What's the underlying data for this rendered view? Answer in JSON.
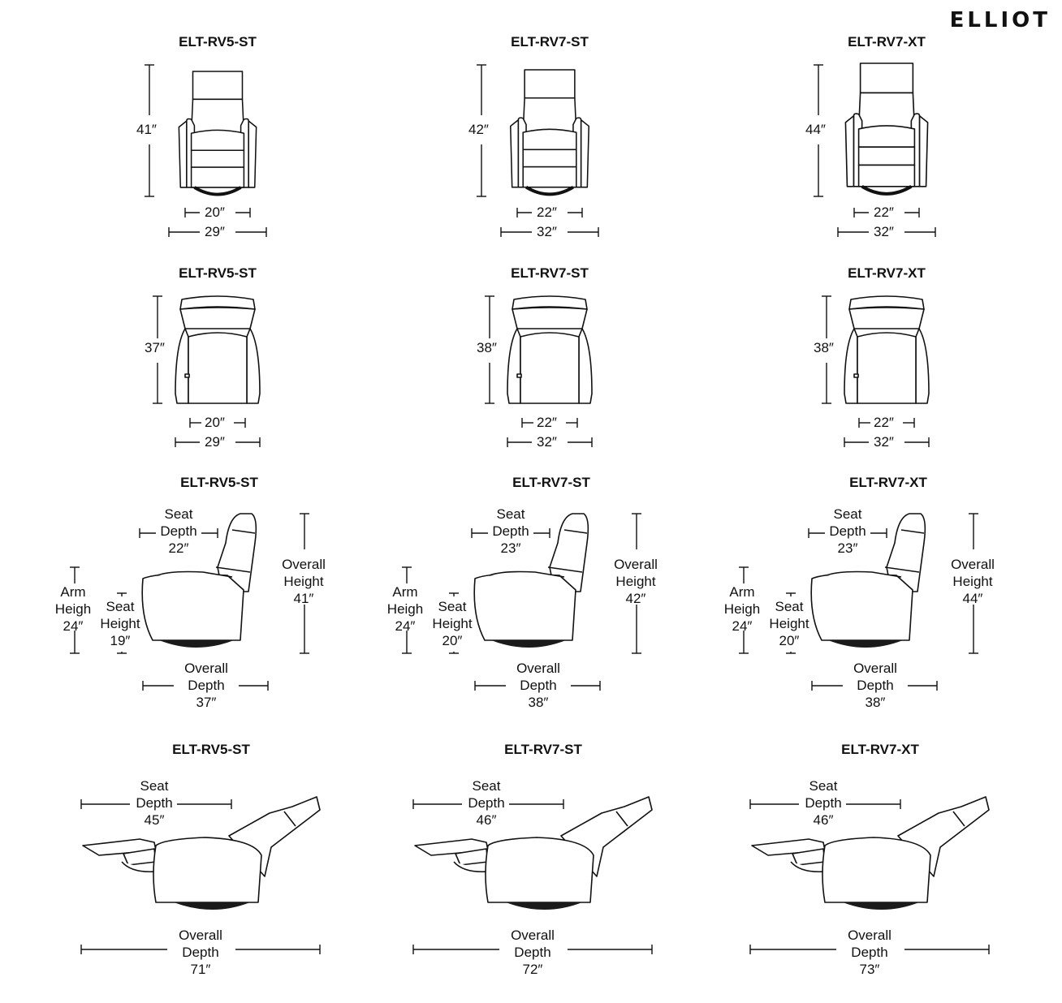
{
  "brand": "ELLIOT",
  "rows": [
    {
      "view": "front",
      "items": [
        {
          "model": "ELT-RV5-ST",
          "height": "41″",
          "inner_width": "20″",
          "outer_width": "29″"
        },
        {
          "model": "ELT-RV7-ST",
          "height": "42″",
          "inner_width": "22″",
          "outer_width": "32″"
        },
        {
          "model": "ELT-RV7-XT",
          "height": "44″",
          "inner_width": "22″",
          "outer_width": "32″"
        }
      ]
    },
    {
      "view": "top",
      "items": [
        {
          "model": "ELT-RV5-ST",
          "depth": "37″",
          "inner_width": "20″",
          "outer_width": "29″"
        },
        {
          "model": "ELT-RV7-ST",
          "depth": "38″",
          "inner_width": "22″",
          "outer_width": "32″"
        },
        {
          "model": "ELT-RV7-XT",
          "depth": "38″",
          "inner_width": "22″",
          "outer_width": "32″"
        }
      ]
    },
    {
      "view": "side",
      "items": [
        {
          "model": "ELT-RV5-ST",
          "seat_depth": "22″",
          "arm_height": "24″",
          "seat_height": "19″",
          "overall_height": "41″",
          "overall_depth": "37″"
        },
        {
          "model": "ELT-RV7-ST",
          "seat_depth": "23″",
          "arm_height": "24″",
          "seat_height": "20″",
          "overall_height": "42″",
          "overall_depth": "38″"
        },
        {
          "model": "ELT-RV7-XT",
          "seat_depth": "23″",
          "arm_height": "24″",
          "seat_height": "20″",
          "overall_height": "44″",
          "overall_depth": "38″"
        }
      ]
    },
    {
      "view": "reclined",
      "items": [
        {
          "model": "ELT-RV5-ST",
          "seat_depth": "45″",
          "overall_depth": "71″"
        },
        {
          "model": "ELT-RV7-ST",
          "seat_depth": "46″",
          "overall_depth": "72″"
        },
        {
          "model": "ELT-RV7-XT",
          "seat_depth": "46″",
          "overall_depth": "73″"
        }
      ]
    }
  ],
  "labels": {
    "seat": "Seat",
    "depth": "Depth",
    "arm": "Arm",
    "heigh": "Heigh",
    "height": "Height",
    "overall": "Overall"
  }
}
